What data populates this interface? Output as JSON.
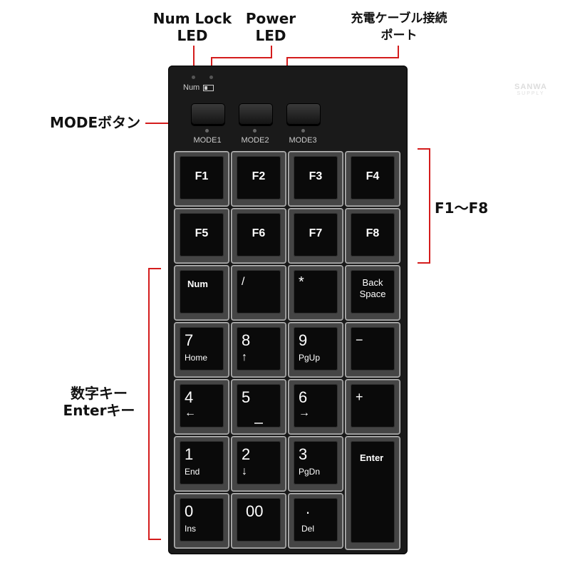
{
  "callouts": {
    "numlock_led": [
      "Num Lock",
      "LED"
    ],
    "power_led": [
      "Power",
      "LED"
    ],
    "cable_port": [
      "充電ケーブル接続",
      "ポート"
    ],
    "mode_buttons": "MODEボタン",
    "f_keys": "F1〜F8",
    "num_keys": [
      "数字キー",
      "Enterキー"
    ]
  },
  "device": {
    "indicator_label": "Num",
    "brand_top": "SANWA",
    "brand_bottom": "SUPPLY",
    "modes": [
      "MODE1",
      "MODE2",
      "MODE3"
    ]
  },
  "keys": {
    "f1": "F1",
    "f2": "F2",
    "f3": "F3",
    "f4": "F4",
    "f5": "F5",
    "f6": "F6",
    "f7": "F7",
    "f8": "F8",
    "num": "Num",
    "slash": "/",
    "asterisk": "*",
    "backspace": [
      "Back",
      "Space"
    ],
    "k7": "7",
    "k7_sub": "Home",
    "k8": "8",
    "k8_sub": "↑",
    "k9": "9",
    "k9_sub": "PgUp",
    "minus": "−",
    "k4": "4",
    "k4_sub": "←",
    "k5": "5",
    "k6": "6",
    "k6_sub": "→",
    "plus": "+",
    "k1": "1",
    "k1_sub": "End",
    "k2": "2",
    "k2_sub": "↓",
    "k3": "3",
    "k3_sub": "PgDn",
    "enter": "Enter",
    "k0": "0",
    "k0_sub": "Ins",
    "k00": "00",
    "dot": ".",
    "dot_sub": "Del"
  },
  "colors": {
    "callout_line": "#d41c1c",
    "body": "#1a1a1a"
  }
}
